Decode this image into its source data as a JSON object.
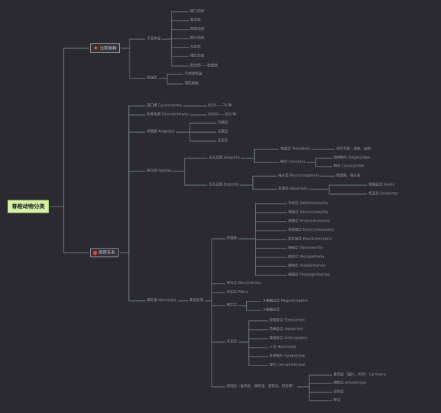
{
  "root": "脊椎动物分类",
  "branches": [
    {
      "id": "b1",
      "label": "比较类群",
      "icon": "star-icon",
      "children": [
        {
          "id": "b1a",
          "label": "不变体温",
          "children": [
            {
              "id": "b1a1",
              "label": "圆口类纲"
            },
            {
              "id": "b1a2",
              "label": "鱼类纲"
            },
            {
              "id": "b1a3",
              "label": "两栖类纲"
            },
            {
              "id": "b1a4",
              "label": "爬行类纲"
            },
            {
              "id": "b1a5",
              "label": "鸟类纲"
            },
            {
              "id": "b1a6",
              "label": "哺乳类纲"
            },
            {
              "id": "b1a7",
              "label": "胎生纲——胎盘类"
            }
          ]
        },
        {
          "id": "b1b",
          "label": "恒温类",
          "children": [
            {
              "id": "b1b1",
              "label": "鸟类纲恒温"
            },
            {
              "id": "b1b2",
              "label": "哺乳类纲"
            }
          ]
        }
      ]
    },
    {
      "id": "b2",
      "label": "类群关系",
      "icon": "heart-icon",
      "children": [
        {
          "id": "b2a",
          "label": "圆口纲 Cyclostomata",
          "children": [
            {
              "id": "b2a1",
              "label": "约50——70 种"
            }
          ]
        },
        {
          "id": "b2b",
          "label": "软骨鱼纲 Chondrichthyes",
          "children": [
            {
              "id": "b2b1",
              "label": "约800——900 种"
            }
          ]
        },
        {
          "id": "b2c",
          "label": "两栖纲 Amphibia",
          "children": [
            {
              "id": "b2c1",
              "label": "有尾目"
            },
            {
              "id": "b2c2",
              "label": "无尾目"
            },
            {
              "id": "b2c3",
              "label": "无足目"
            }
          ]
        },
        {
          "id": "b2d",
          "label": "爬行纲 Reptilia",
          "children": [
            {
              "id": "b2d1",
              "label": "无孔亚纲 Anapsida",
              "children": [
                {
                  "id": "b2d1a",
                  "label": "龟鳖目 Testudines",
                  "children": [
                    {
                      "id": "b2d1a1",
                      "label": "现存代表：海龟、陆龟"
                    }
                  ]
                },
                {
                  "id": "b2d1b",
                  "label": "鳄目 Crocodilia",
                  "children": [
                    {
                      "id": "b2d1b1",
                      "label": "短吻鳄科 Alligatoridae"
                    },
                    {
                      "id": "b2d1b2",
                      "label": "鳄科 Crocodylidae"
                    }
                  ]
                }
              ]
            },
            {
              "id": "b2d2",
              "label": "双孔亚纲 Diapsida",
              "children": [
                {
                  "id": "b2d2a",
                  "label": "喙头目 Rhynchocephalia",
                  "children": [
                    {
                      "id": "b2d2a1",
                      "label": "楔齿蜥、喙头蜥"
                    }
                  ]
                },
                {
                  "id": "b2d2b",
                  "label": "有鳞目 Squamata",
                  "children": [
                    {
                      "id": "b2d2b1",
                      "label": "蜥蜴亚目 Sauria"
                    },
                    {
                      "id": "b2d2b2",
                      "label": "蛇亚目 Serpentes"
                    }
                  ]
                }
              ]
            }
          ]
        },
        {
          "id": "b2e",
          "label": "哺乳纲 Mammalia",
          "children": [
            {
              "id": "b2e1",
              "label": "真兽亚纲",
              "children": [
                {
                  "id": "b2e1a",
                  "label": "有袋类",
                  "children": [
                    {
                      "id": "b2e1a1",
                      "label": "负鼠目 Didelphimorphia"
                    },
                    {
                      "id": "b2e1a2",
                      "label": "袋鼬目 Dasyuromorphia"
                    },
                    {
                      "id": "b2e1a3",
                      "label": "袋狸目 Peramelemorphia"
                    },
                    {
                      "id": "b2e1a4",
                      "label": "有袋鼹目 Notoryctemorphia"
                    },
                    {
                      "id": "b2e1a5",
                      "label": "鼩负鼠目 Paucituberculata"
                    },
                    {
                      "id": "b2e1a6",
                      "label": "袋鼠目 Diprotodontia"
                    },
                    {
                      "id": "b2e1a7",
                      "label": "微兽目 Microbiotheria"
                    },
                    {
                      "id": "b2e1a8",
                      "label": "袋熊目 Vombatiformes"
                    },
                    {
                      "id": "b2e1a9",
                      "label": "袋貂目 Phalangeriformes"
                    }
                  ]
                },
                {
                  "id": "b2e1b",
                  "label": "单孔目 Monotremata"
                },
                {
                  "id": "b2e1c",
                  "label": "贫齿目 Pilosa"
                },
                {
                  "id": "b2e1d",
                  "label": "翼手目",
                  "children": [
                    {
                      "id": "b2e1d1",
                      "label": "大蝙蝠亚目 Megachiroptera"
                    },
                    {
                      "id": "b2e1d2",
                      "label": "小蝙蝠亚目"
                    }
                  ]
                },
                {
                  "id": "b2e1e",
                  "label": "灵长目",
                  "children": [
                    {
                      "id": "b2e1e1",
                      "label": "原猴亚目 Strepsirrhini"
                    },
                    {
                      "id": "b2e1e2",
                      "label": "简鼻亚目 Haplorrhini"
                    },
                    {
                      "id": "b2e1e3",
                      "label": "猿猴亚目 Anthropoidea"
                    },
                    {
                      "id": "b2e1e4",
                      "label": "人科 Hominidae"
                    },
                    {
                      "id": "b2e1e5",
                      "label": "长臂猿科 Hylobatidae"
                    },
                    {
                      "id": "b2e1e6",
                      "label": "猴科 Cercopithecidae"
                    }
                  ]
                },
                {
                  "id": "b2e1f",
                  "label": "其他目（食肉目、偶蹄目、奇蹄目、鲸目等）",
                  "children": [
                    {
                      "id": "b2e1f1",
                      "label": "食肉目（猫科、犬科） Carnivora"
                    },
                    {
                      "id": "b2e1f2",
                      "label": "偶蹄目 Artiodactyla"
                    },
                    {
                      "id": "b2e1f3",
                      "label": "奇蹄目"
                    },
                    {
                      "id": "b2e1f4",
                      "label": "鲸目"
                    }
                  ]
                }
              ]
            }
          ]
        }
      ]
    }
  ]
}
